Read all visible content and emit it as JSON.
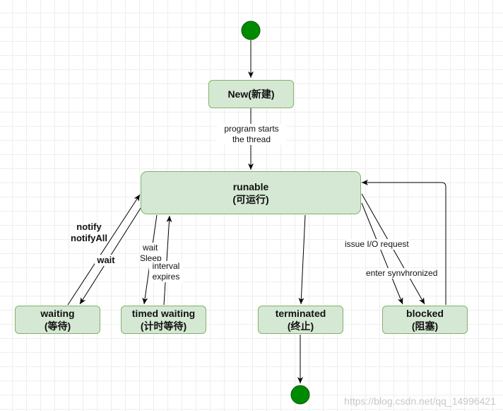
{
  "states": {
    "new": {
      "label": "New(新建)"
    },
    "runable": {
      "line1": "runable",
      "line2": "(可运行)"
    },
    "waiting": {
      "line1": "waiting",
      "line2": "(等待)"
    },
    "timed_waiting": {
      "line1": "timed waiting",
      "line2": "(计时等待)"
    },
    "terminated": {
      "line1": "terminated",
      "line2": "(终止)"
    },
    "blocked": {
      "line1": "blocked",
      "line2": "(阻塞)"
    }
  },
  "transitions": {
    "program_start": {
      "line1": "program starts",
      "line2": "the thread"
    },
    "notify": {
      "line1": "notify",
      "line2": "notifyAll"
    },
    "wait": "wait",
    "wait_sleep": {
      "line1": "wait",
      "line2": "Sleep"
    },
    "interval": {
      "line1": "interval",
      "line2": "expires"
    },
    "issue_io": "issue I/O request",
    "enter_sync": "enter synvhronized"
  },
  "colors": {
    "node_fill": "#008a00",
    "node_stroke": "#005700",
    "state_fill": "#d5e8d4",
    "state_stroke": "#82b366"
  },
  "watermark": "https://blog.csdn.net/qq_14996421"
}
